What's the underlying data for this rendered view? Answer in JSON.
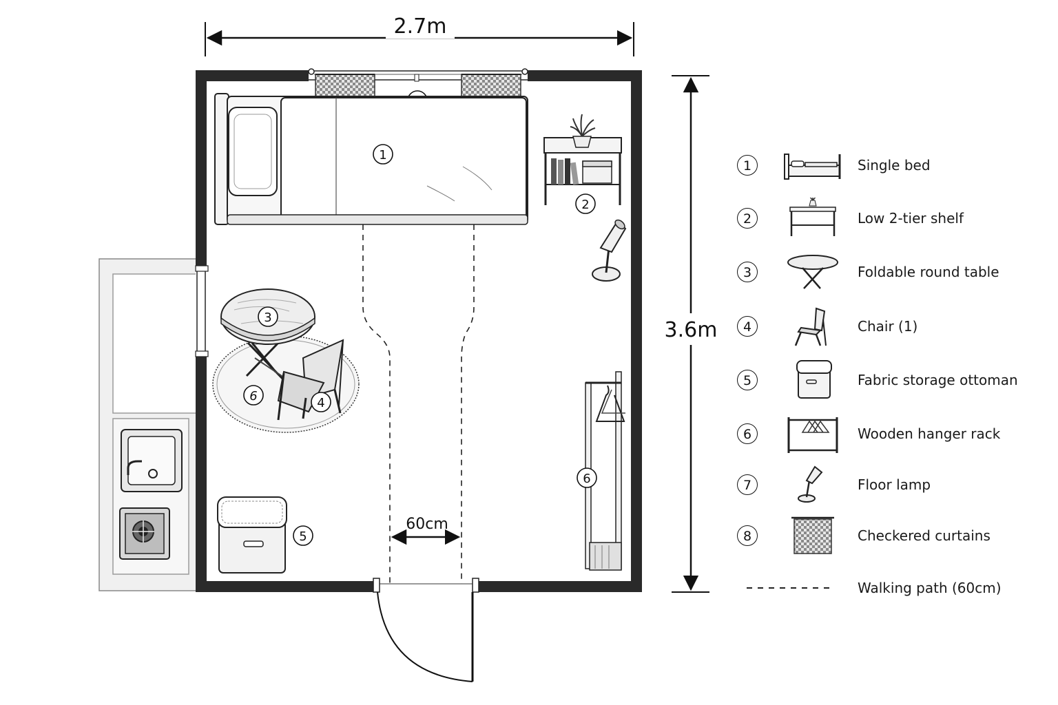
{
  "dimensions": {
    "width": "2.7m",
    "height": "3.6m",
    "path_width": "60cm"
  },
  "plan_labels": {
    "bed": "1",
    "shelf": "2",
    "table": "3",
    "chair": "4",
    "ottoman": "5",
    "rack": "6",
    "rug": "6",
    "curtains": "8"
  },
  "legend": {
    "items": [
      {
        "number": "1",
        "icon": "single-bed-icon",
        "label": "Single bed"
      },
      {
        "number": "2",
        "icon": "low-shelf-icon",
        "label": "Low 2-tier shelf"
      },
      {
        "number": "3",
        "icon": "round-table-icon",
        "label": "Foldable round table"
      },
      {
        "number": "4",
        "icon": "chair-icon",
        "label": "Chair (1)"
      },
      {
        "number": "5",
        "icon": "ottoman-icon",
        "label": "Fabric storage ottoman"
      },
      {
        "number": "6",
        "icon": "hanger-rack-icon",
        "label": "Wooden hanger rack"
      },
      {
        "number": "7",
        "icon": "floor-lamp-icon",
        "label": "Floor lamp"
      },
      {
        "number": "8",
        "icon": "checkered-curtains-icon",
        "label": "Checkered curtains"
      }
    ],
    "path_label": "Walking path (60cm)"
  },
  "colors": {
    "wall": "#2a2a2a",
    "line": "#1a1a1a",
    "light_fill": "#f2f2f2",
    "kitchen_fill": "#f0f0f0"
  }
}
